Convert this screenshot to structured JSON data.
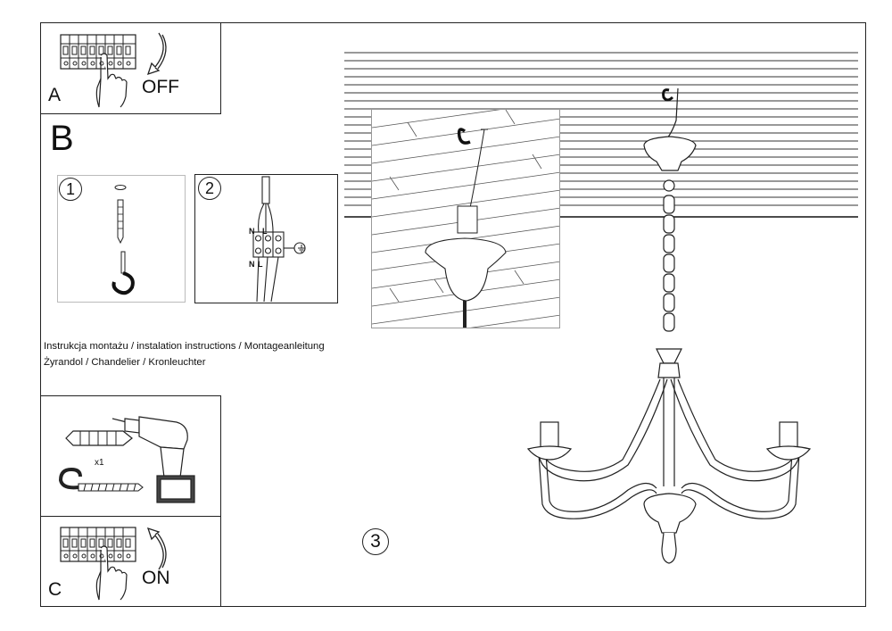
{
  "panel_a": {
    "letter": "A",
    "caption": "OFF"
  },
  "panel_b": {
    "letter": "B",
    "step1": "1",
    "step2": "2",
    "wire_labels": {
      "top_n": "N",
      "top_l": "L",
      "bottom_n": "N",
      "bottom_l": "L"
    }
  },
  "instructions": {
    "line1": "Instrukcja montażu / instalation instructions / Montageanleitung",
    "line2": "Żyrandol / Chandelier / Kronleuchter"
  },
  "tools": {
    "quantity": "x1"
  },
  "panel_c": {
    "letter": "C",
    "caption": "ON"
  },
  "main": {
    "step3": "3"
  },
  "icons": [
    "circuit-breaker-icon",
    "hand-icon",
    "rotate-arrow-icon",
    "wall-plug-icon",
    "screw-hook-icon",
    "power-drill-icon",
    "ground-symbol-icon",
    "ceiling-hook-icon",
    "chandelier-illustration"
  ]
}
